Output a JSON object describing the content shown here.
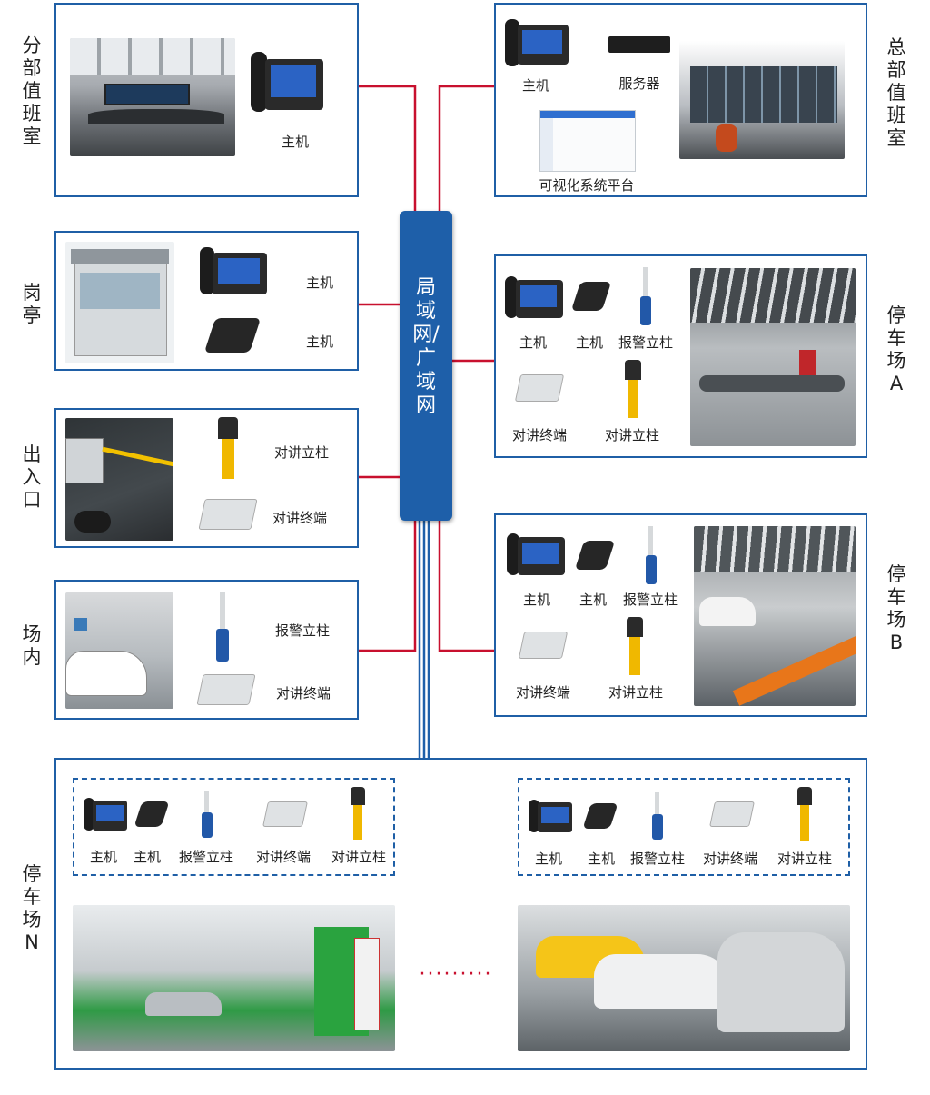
{
  "hub": {
    "label": "局域网/广域网"
  },
  "sites": {
    "branch_duty": {
      "title": "分部值班室",
      "host": "主机"
    },
    "hq_duty": {
      "title": "总部值班室",
      "host": "主机",
      "server": "服务器",
      "platform": "可视化系统平台"
    },
    "guard_booth": {
      "title": "岗亭",
      "host": "主机",
      "handset": "主机"
    },
    "entrance": {
      "title": "出入口",
      "intercom_post": "对讲立柱",
      "intercom_terminal": "对讲终端"
    },
    "indoor": {
      "title": "场内",
      "alarm_post": "报警立柱",
      "intercom_terminal": "对讲终端"
    },
    "parking_a": {
      "title": "停车场A",
      "host": "主机",
      "handset": "主机",
      "alarm_post": "报警立柱",
      "intercom_terminal": "对讲终端",
      "intercom_post": "对讲立柱"
    },
    "parking_b": {
      "title": "停车场B",
      "host": "主机",
      "handset": "主机",
      "alarm_post": "报警立柱",
      "intercom_terminal": "对讲终端",
      "intercom_post": "对讲立柱"
    },
    "parking_n": {
      "title": "停车场N",
      "group_left": {
        "host": "主机",
        "handset": "主机",
        "alarm_post": "报警立柱",
        "intercom_terminal": "对讲终端",
        "intercom_post": "对讲立柱"
      },
      "group_right": {
        "host": "主机",
        "handset": "主机",
        "alarm_post": "报警立柱",
        "intercom_terminal": "对讲终端",
        "intercom_post": "对讲立柱"
      },
      "ellipsis": "·········"
    }
  },
  "colors": {
    "link_red": "#c8102e",
    "link_blue": "#1e5fa9",
    "border_blue": "#1f5fa6"
  }
}
